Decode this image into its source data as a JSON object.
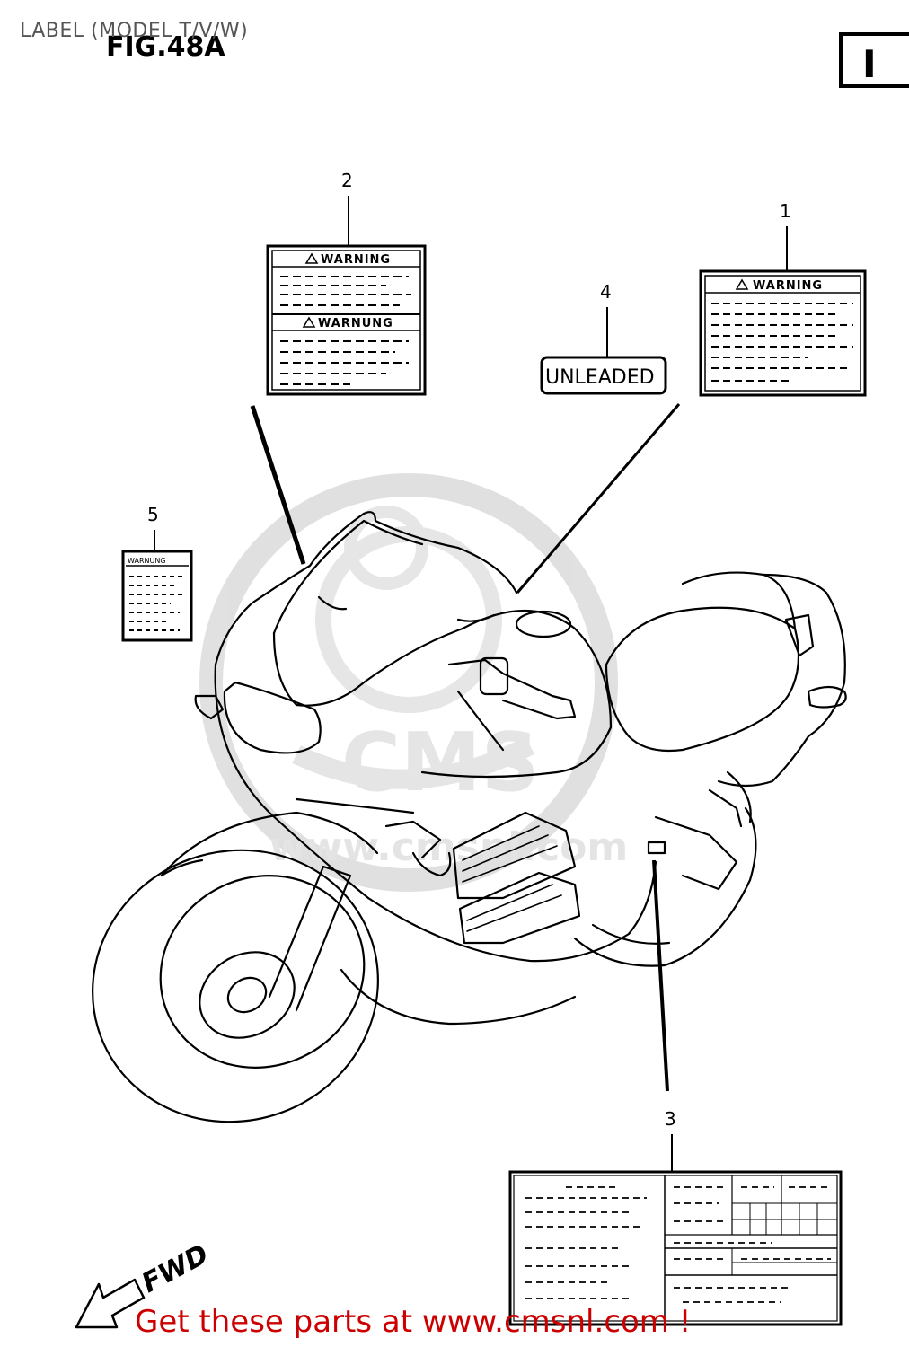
{
  "page_caption": "LABEL (MODEL T/V/W)",
  "figure_title": "FIG.48A",
  "section_marker": "I",
  "callouts": [
    "1",
    "2",
    "3",
    "4",
    "5"
  ],
  "labels": {
    "warning_heading": "WARNING",
    "warnung_heading": "WARNUNG",
    "unleaded": "UNLEADED",
    "small_label_heading": "WARNUNG"
  },
  "watermark": {
    "logo_text": "CMS",
    "url_text": "www.cmsnl.com"
  },
  "direction_indicator": "FWD",
  "footer_link": "Get these parts at www.cmsnl.com !",
  "colors": {
    "line": "#000000",
    "watermark": "#cfcfcf",
    "footer": "#cc0000"
  }
}
